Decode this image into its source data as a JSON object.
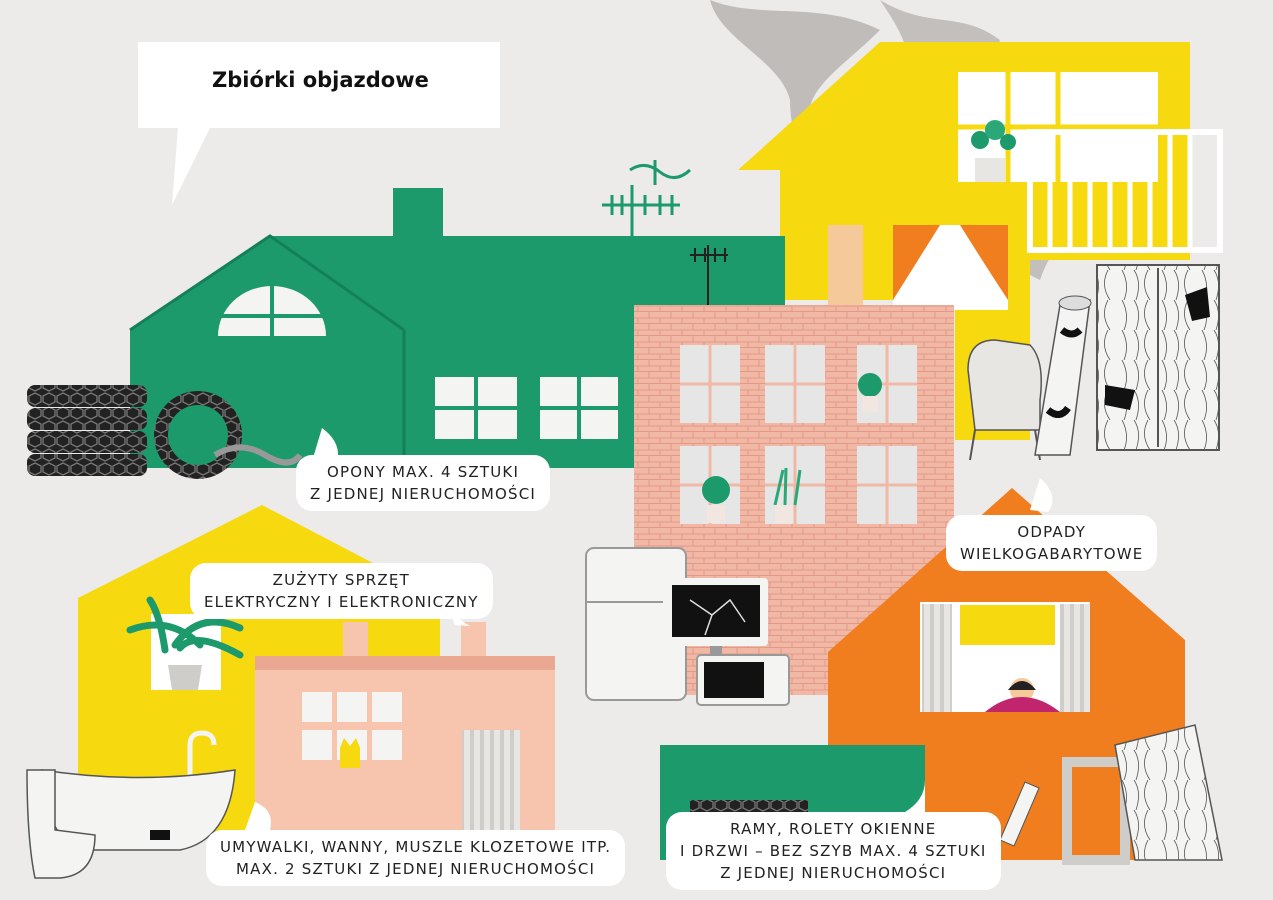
{
  "title": "Zbiórki objazdowe",
  "labels": {
    "tires": [
      "OPONY MAX. 4 SZTUKI",
      "Z JEDNEJ NIERUCHOMOŚCI"
    ],
    "electronics": [
      "ZUŻYTY SPRZĘT",
      "ELEKTRYCZNY I ELEKTRONICZNY"
    ],
    "bulky": [
      "ODPADY",
      "WIELKOGABARYTOWE"
    ],
    "sanitary": [
      "UMYWALKI, WANNY, MUSZLE KLOZETOWE ITP.",
      "MAX. 2 SZTUKI  Z JEDNEJ NIERUCHOMOŚCI"
    ],
    "frames": [
      "RAMY, ROLETY OKIENNE",
      "I DRZWI – BEZ SZYB MAX. 4 SZTUKI",
      "Z JEDNEJ NIERUCHOMOŚCI"
    ]
  },
  "colors": {
    "background": "#ecebea",
    "green": "#1d9a6c",
    "yellow": "#f6d90f",
    "pink": "#f2b8a6",
    "orange": "#f07e1e",
    "peach": "#f7c4ae",
    "smoke": "#b8b4b2"
  }
}
